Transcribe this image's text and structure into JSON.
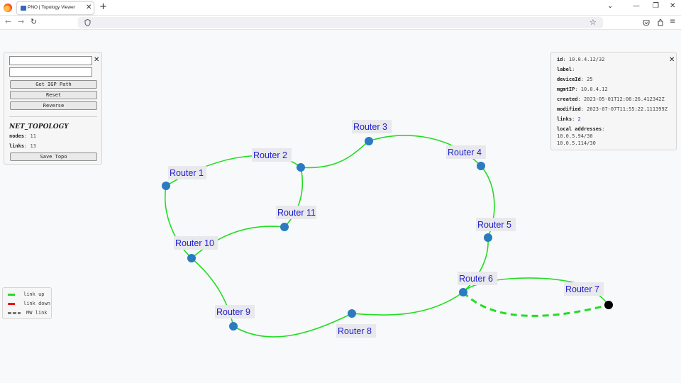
{
  "browser": {
    "tab_title": "PNO | Topology Viewer",
    "tab_close": "✕",
    "new_tab": "+",
    "win_list": "⌄",
    "win_min": "—",
    "win_max": "❐",
    "win_close": "✕",
    "nav_back": "←",
    "nav_forward": "→",
    "nav_reload": "↻",
    "menu": "≡"
  },
  "left_panel": {
    "source_value": "",
    "dest_value": "",
    "close": "✕",
    "get_path_label": "Get IGP Path",
    "reset_label": "Reset",
    "reverse_label": "Reverse",
    "topology_name": "NET_TOPOLOGY",
    "nodes_key": "nodes",
    "nodes_value": "11",
    "links_key": "links",
    "links_value": "13",
    "save_label": "Save Topo"
  },
  "info_panel": {
    "close": "✕",
    "fields": [
      {
        "key": "id",
        "value": "10.0.4.12/32"
      },
      {
        "key": "label",
        "value": ""
      },
      {
        "key": "deviceId",
        "value": "25"
      },
      {
        "key": "mgmtIP",
        "value": "10.0.4.12"
      },
      {
        "key": "created",
        "value": "2023-05-01T12:08:26.412342Z"
      },
      {
        "key": "modified",
        "value": "2023-07-07T11:55:22.111399Z"
      },
      {
        "key": "links",
        "value": "2"
      }
    ],
    "local_addresses_key": "local addresses",
    "local_addresses": [
      "10.0.5.94/30",
      "10.0.5.114/30"
    ]
  },
  "legend": {
    "items": [
      {
        "label": "link up",
        "color": "#22dd22"
      },
      {
        "label": "link down",
        "color": "#ee1111"
      },
      {
        "label": "MW link",
        "color": "#777777"
      }
    ]
  },
  "topology": {
    "link_up_color": "#22dd22",
    "node_color": "#2a7bbf",
    "selected_node_color": "#000000",
    "nodes": [
      {
        "id": "r1",
        "label": "Router 1"
      },
      {
        "id": "r2",
        "label": "Router 2"
      },
      {
        "id": "r3",
        "label": "Router 3"
      },
      {
        "id": "r4",
        "label": "Router 4"
      },
      {
        "id": "r5",
        "label": "Router 5"
      },
      {
        "id": "r6",
        "label": "Router 6"
      },
      {
        "id": "r7",
        "label": "Router 7"
      },
      {
        "id": "r8",
        "label": "Router 8"
      },
      {
        "id": "r9",
        "label": "Router 9"
      },
      {
        "id": "r10",
        "label": "Router 10"
      },
      {
        "id": "r11",
        "label": "Router 11"
      }
    ]
  }
}
